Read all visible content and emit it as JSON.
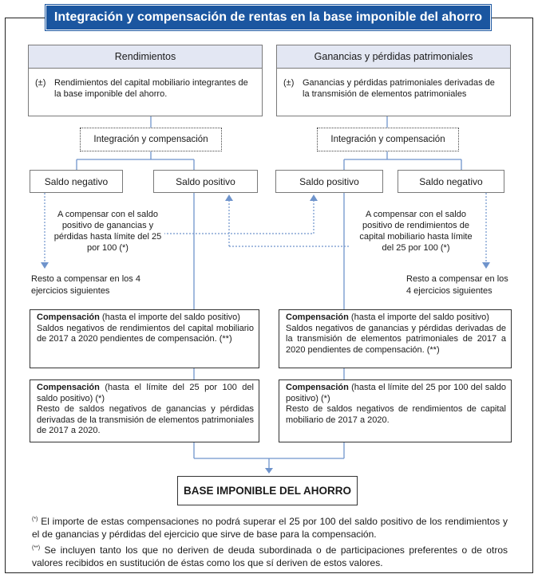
{
  "title": "Integración y compensación de rentas en la base imponible del ahorro",
  "left": {
    "header": "Rendimientos",
    "sign": "(±)",
    "description": "Rendimientos del capital mobiliario integrantes de la base imponible del ahorro.",
    "integration": "Integración y compensación",
    "saldo_negativo": "Saldo negativo",
    "saldo_positivo": "Saldo positivo",
    "note": "A compensar con el saldo positivo de ganancias y pérdidas hasta límite del 25 por 100 (*)",
    "rest": "Resto a compensar en los 4 ejercicios siguientes",
    "comp1_title": "Compensación",
    "comp1_rest": " (hasta el importe del saldo positivo)",
    "comp1_body": "Saldos negativos de rendimientos del capital mobiliario de 2017 a 2020 pendientes de compensación. (**)",
    "comp2_title": "Compensación",
    "comp2_rest": " (hasta el límite del 25 por 100 del saldo positivo) (*)",
    "comp2_body": "Resto de saldos negativos de ganancias y pérdidas derivadas de la transmisión de elementos patrimoniales de 2017 a 2020."
  },
  "right": {
    "header": "Ganancias y pérdidas patrimoniales",
    "sign": "(±)",
    "description": "Ganancias y pérdidas patrimoniales derivadas de la transmisión de elementos patrimoniales",
    "integration": "Integración y compensación",
    "saldo_positivo": "Saldo positivo",
    "saldo_negativo": "Saldo negativo",
    "note": "A compensar con el saldo positivo de rendimientos de capital mobiliario hasta límite del 25 por 100 (*)",
    "rest": "Resto a compensar en los 4 ejercicios siguientes",
    "comp1_title": "Compensación",
    "comp1_rest": " (hasta el importe del saldo positivo)",
    "comp1_body": "Saldos negativos de ganancias y pérdidas derivadas de la transmisión de elementos patrimoniales de 2017 a 2020 pendientes de compensación. (**)",
    "comp2_title": "Compensación",
    "comp2_rest": " (hasta el límite del 25 por 100 del saldo positivo) (*)",
    "comp2_body": "Resto de saldos negativos de rendimientos de capital mobiliario de 2017 a 2020."
  },
  "base": "BASE IMPONIBLE DEL AHORRO",
  "footnotes": [
    {
      "mark": "(*)",
      "text": " El importe de estas compensaciones no podrá superar el 25 por 100 del saldo positivo de los rendimientos y el de ganancias y pérdidas del ejercicio que sirve de base para la compensación."
    },
    {
      "mark": "(**)",
      "text": " Se incluyen tanto los que no deriven de deuda subordinada o de participaciones preferentes o de otros valores recibidos en sustitución de éstas como los que sí deriven de estos valores."
    }
  ],
  "colors": {
    "accent": "#1b56a0",
    "header_bg": "#e3e7f3",
    "connector": "#6f94cc"
  }
}
